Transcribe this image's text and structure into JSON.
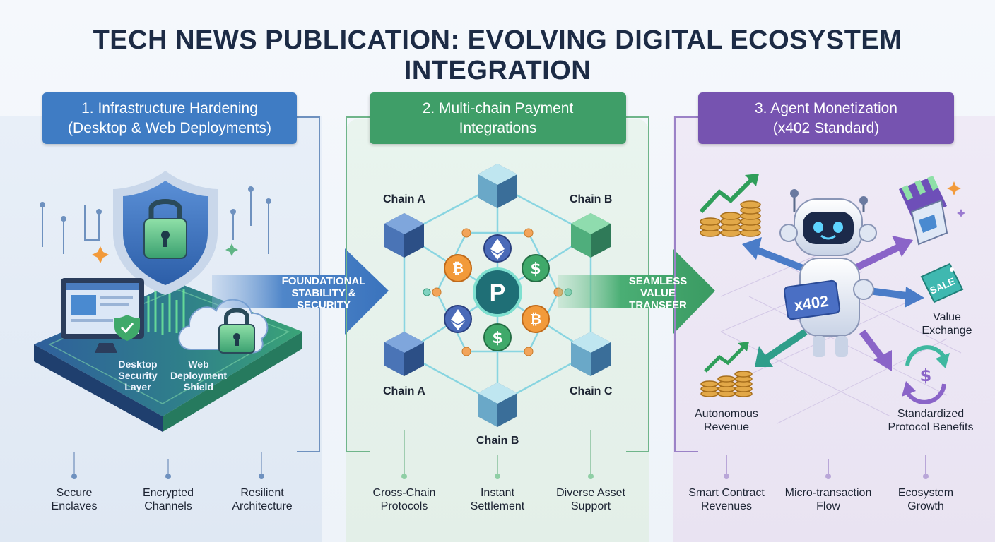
{
  "title": "TECH NEWS PUBLICATION: EVOLVING DIGITAL ECOSYSTEM INTEGRATION",
  "panels": [
    {
      "header_line1": "1. Infrastructure Hardening",
      "header_line2": "(Desktop & Web Deployments)",
      "color": "#3f7cc4",
      "illustration_labels": [
        "Desktop Security Layer",
        "Web Deployment Shield"
      ],
      "footer": [
        "Secure Enclaves",
        "Encrypted Channels",
        "Resilient Architecture"
      ]
    },
    {
      "header_line1": "2. Multi-chain Payment",
      "header_line2": "Integrations",
      "color": "#3f9e68",
      "chains": [
        "Chain A",
        "Chain B",
        "Chain A",
        "Chain C",
        "Chain B"
      ],
      "center_symbol": "P",
      "footer": [
        "Cross-Chain Protocols",
        "Instant Settlement",
        "Diverse Asset Support"
      ]
    },
    {
      "header_line1": "3. Agent Monetization",
      "header_line2": "(x402 Standard)",
      "color": "#7653b0",
      "badge": "x402",
      "sale_tag": "SALE",
      "callouts": [
        "Value Exchange",
        "Autonomous Revenue",
        "Standardized Protocol Benefits"
      ],
      "footer": [
        "Smart Contract Revenues",
        "Micro-transaction Flow",
        "Ecosystem Growth"
      ]
    }
  ],
  "arrows": [
    {
      "text": "FOUNDATIONAL STABILITY & SECURITY",
      "color": "#3f7cc4"
    },
    {
      "text": "SEAMLESS VALUE TRANSFER",
      "color": "#3f9e68"
    }
  ]
}
